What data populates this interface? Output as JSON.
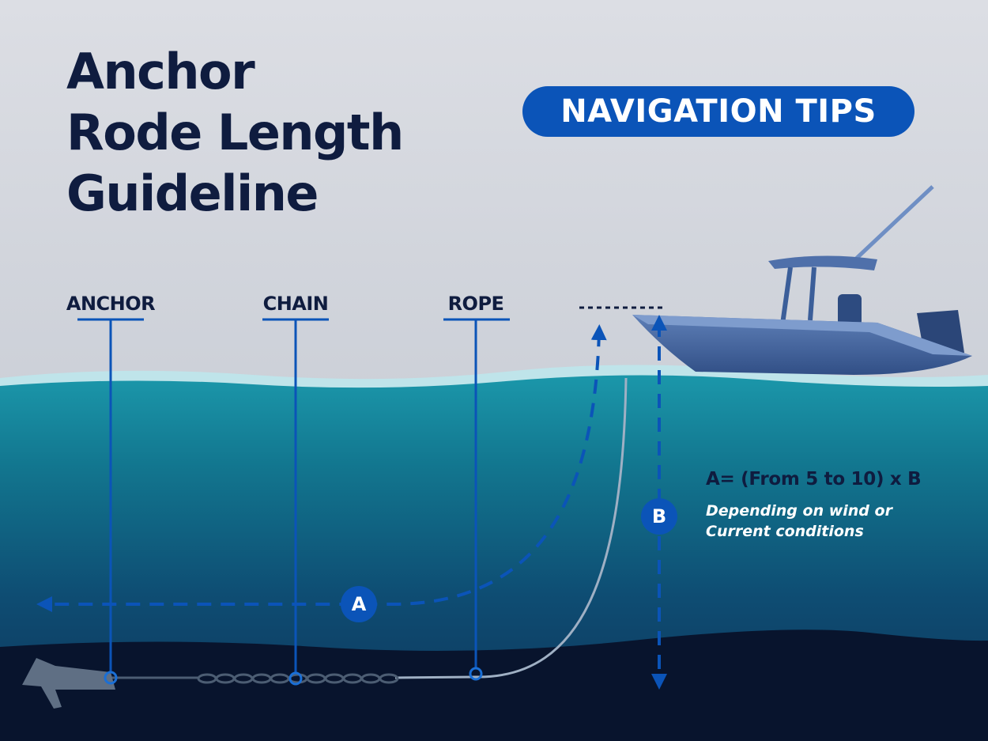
{
  "title": {
    "line1": "Anchor",
    "line2": "Rode Length",
    "line3": "Guideline"
  },
  "badge": "NAVIGATION TIPS",
  "labels": {
    "anchor": "ANCHOR",
    "chain": "CHAIN",
    "rope": "ROPE"
  },
  "markers": {
    "a": "A",
    "b": "B"
  },
  "formula": "A= (From 5 to 10) x B",
  "note": {
    "line1": "Depending on wind or",
    "line2": "Current conditions"
  },
  "colors": {
    "sky": "#d9dce2",
    "water_surface": "#1a93a6",
    "water_deep": "#0d3b63",
    "seabed": "#08142d",
    "accent_blue": "#0b54b8",
    "title_navy": "#0f1c3f",
    "boat": "#3b5e99"
  }
}
